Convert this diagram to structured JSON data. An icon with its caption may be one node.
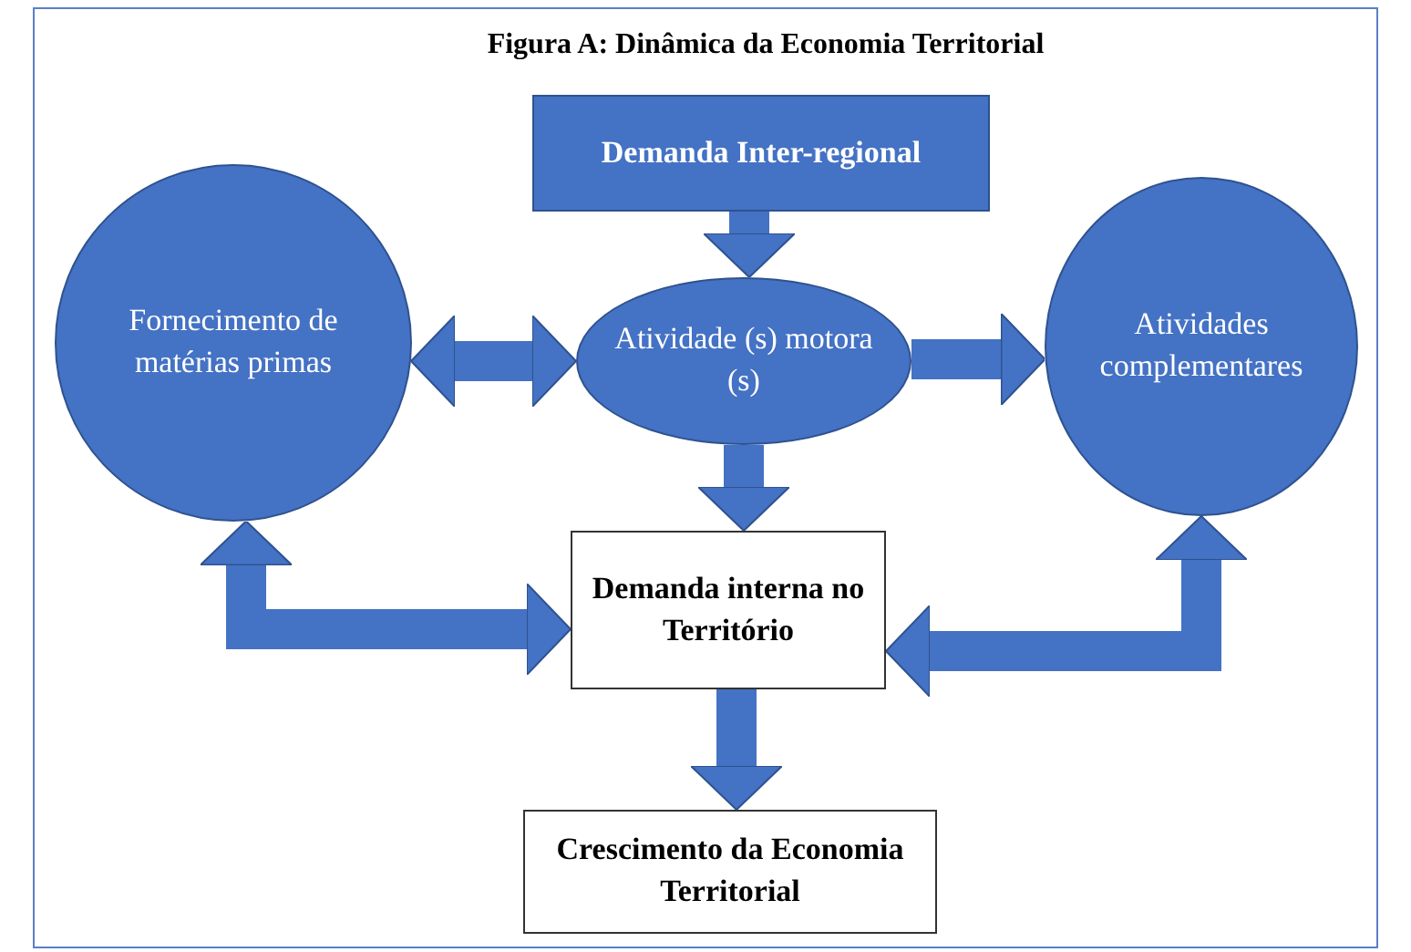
{
  "diagram": {
    "title": "Figura A: Dinâmica da Economia Territorial",
    "nodes": [
      {
        "text": [
          "Demanda Inter-regional"
        ]
      },
      {
        "text": [
          "Fornecimento de matérias primas"
        ]
      },
      {
        "text": [
          "Atividade (s) motora (s)"
        ]
      },
      {
        "text": [
          "Atividades complementares"
        ]
      },
      {
        "text": [
          "Demanda interna no Território"
        ]
      },
      {
        "text": [
          "Crescimento da Economia Territorial"
        ]
      }
    ],
    "edges": [
      {
        "from": 0,
        "to": 2,
        "arrow": "to"
      },
      {
        "from": 1,
        "to": 2,
        "arrow": "both"
      },
      {
        "from": 2,
        "to": 3,
        "arrow": "to"
      },
      {
        "from": 2,
        "to": 4,
        "arrow": "to"
      },
      {
        "from": 4,
        "to": 5,
        "arrow": "to"
      },
      {
        "from": 1,
        "to": 4,
        "arrow": "both"
      },
      {
        "from": 3,
        "to": 4,
        "arrow": "both"
      }
    ]
  }
}
